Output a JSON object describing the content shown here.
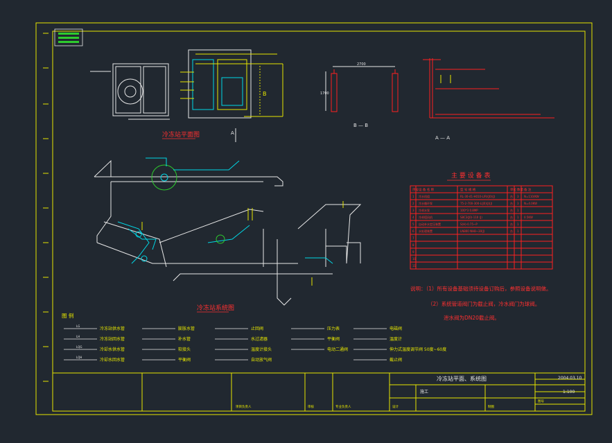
{
  "drawing": {
    "plan_title": "冷冻站平面图",
    "system_title": "冷冻站系统图",
    "section_bb": "B — B",
    "section_aa": "A — A",
    "label_b": "B",
    "label_a": "A",
    "dim_2700": "2700",
    "dim_1700": "1700"
  },
  "equipment_table": {
    "title": "主 要 设 备 表",
    "headers": [
      "序号",
      "设 备 名 称",
      "型 号 规 格",
      "单位",
      "数量",
      "备 注"
    ],
    "rows": [
      [
        "1",
        "冷水机组",
        "RL-30-41-H010-L/R/(J0)(J)",
        "台",
        "3",
        "N=110/KW"
      ],
      [
        "2",
        "冷水循环泵",
        "75-2-700-300-L(J0)(J)(J)",
        "台",
        "3",
        "N=4.0KW"
      ],
      [
        "3",
        "冷却水泵",
        "100*3 0.8MP",
        "台",
        "1",
        ""
      ],
      [
        "4",
        "冷却塔风机",
        "S8C3(J0)-110 (J)",
        "台",
        "1",
        "0.5KW"
      ],
      [
        "5",
        "自动补水定压装置",
        "S(H)-0.75~P",
        "台",
        "1",
        ""
      ],
      [
        "6",
        "水处理装置",
        "LN800  NH8~30(J)",
        "台",
        "1",
        ""
      ],
      [
        "7",
        "",
        "",
        "",
        "",
        ""
      ],
      [
        "8",
        "",
        "",
        "",
        "",
        ""
      ],
      [
        "9",
        "",
        "",
        "",
        "",
        ""
      ],
      [
        "10",
        "",
        "",
        "",
        "",
        ""
      ],
      [
        "11",
        "",
        "",
        "",
        "",
        ""
      ]
    ]
  },
  "notes": {
    "line1": "说明：（1）所有设备基础须待设备订购后，参照设备说明做。",
    "line2": "（2）系统管道阀门为截止阀，冷水阀门为球阀。",
    "line3": "泄水阀为DN20截止阀。"
  },
  "legend": {
    "title": "图 例",
    "col1": [
      "冷冻站供水管",
      "冷冻站回水管",
      "冷却水供水管",
      "冷却水回水管"
    ],
    "col2": [
      "膨胀水管",
      "补水管",
      "软接头",
      "平衡阀"
    ],
    "col3": [
      "止回阀",
      "水过滤器",
      "温度计接头",
      "自动放气阀"
    ],
    "col4": [
      "压力表",
      "平衡阀",
      "电动二通阀"
    ],
    "col5": [
      "电磁阀",
      "温度计",
      "伸力式温度调节阀 50度~60度",
      "截止阀"
    ],
    "codes": [
      "LG",
      "LH",
      "LQG",
      "LQH"
    ]
  },
  "title_block": {
    "drawing_name": "冷冻站平面、系统图",
    "date": "2004.03.10",
    "scale": "1:100",
    "stage": "施工",
    "fields": [
      "项目负责人",
      "审核",
      "专业负责人",
      "设计",
      "制图",
      "图号"
    ]
  },
  "colors": {
    "background": "#212830",
    "border": "#e6e600",
    "pipe_cyan": "#00d7e6",
    "table_red": "#ff2020",
    "title_red": "#ff3030",
    "text_yellow": "#e6e600",
    "text_white": "#e8e8e8",
    "logo_green": "#2ecc2e"
  }
}
